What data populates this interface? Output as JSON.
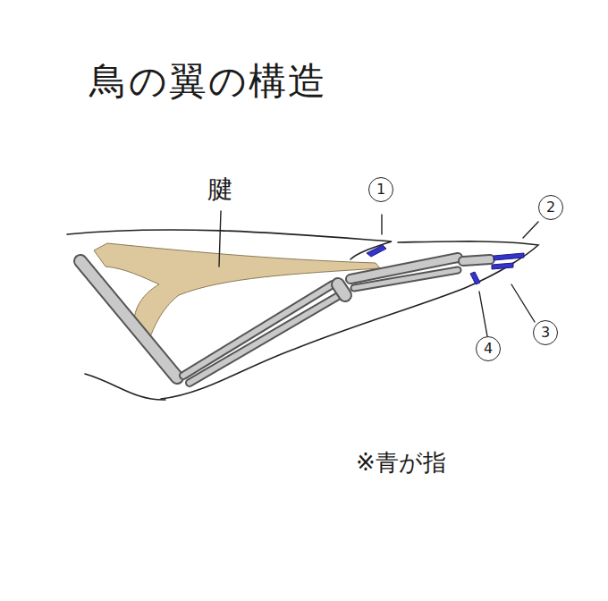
{
  "diagram": {
    "title": "鳥の翼の構造",
    "labels": [
      "腱",
      "1",
      "2",
      "3",
      "4",
      "※青が指"
    ]
  }
}
